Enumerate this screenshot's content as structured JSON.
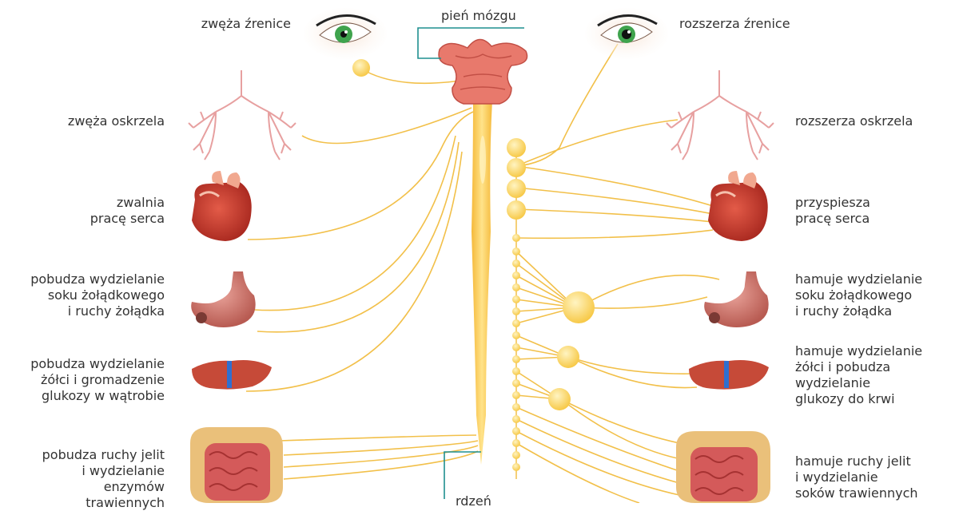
{
  "center": {
    "top_label": "pień mózgu",
    "bottom_label": "rdzeń"
  },
  "left": {
    "eye": "zwęża źrenice",
    "lungs": "zwęża oskrzela",
    "heart": "zwalnia\npracę serca",
    "stomach": "pobudza wydzielanie\nsoku żołądkowego\ni ruchy żołądka",
    "liver": "pobudza wydzielanie\nżółci i gromadzenie\nglukozy w wątrobie",
    "intestine": "pobudza ruchy jelit\ni wydzielanie\nenzymów\ntrawiennych"
  },
  "right": {
    "eye": "rozszerza źrenice",
    "lungs": "rozszerza oskrzela",
    "heart": "przyspiesza\npracę serca",
    "stomach": "hamuje wydzielanie\nsoku żołądkowego\ni ruchy żołądka",
    "liver": "hamuje wydzielanie\nżółci i pobudza\nwydzielanie\nglukozy do krwi",
    "intestine": "hamuje ruchy jelit\ni wydzielanie\nsoków trawiennych"
  },
  "colors": {
    "nerve": "#f2c04a",
    "ganglion": "#ffd970",
    "organ": "#d94a3c",
    "leader": "#1f8f8f",
    "iris": "#3fa34d",
    "lung": "#e7a0a0",
    "liver_band": "#2f6fd0"
  }
}
